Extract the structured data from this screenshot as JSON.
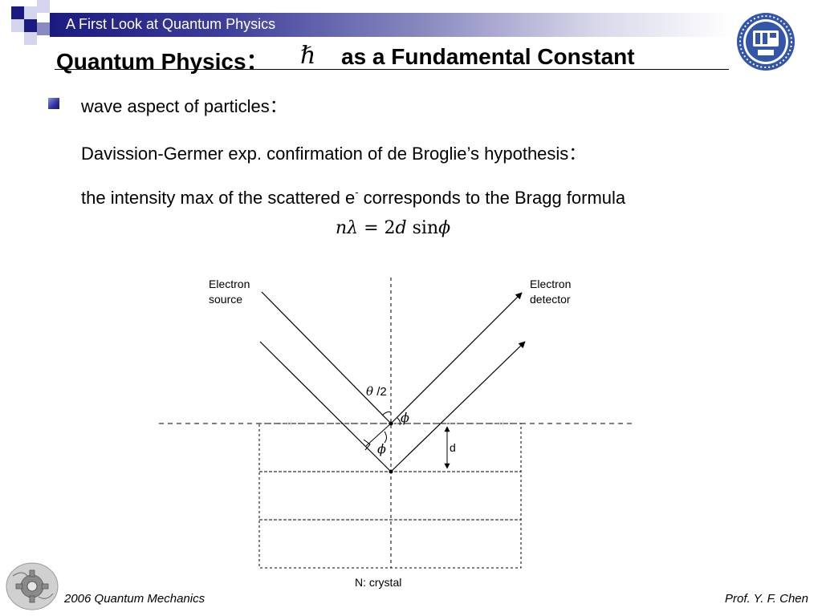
{
  "header": {
    "course_title": "A First Look at Quantum Physics"
  },
  "slide": {
    "title_part1": "Quantum Physics：",
    "title_symbol": "ℏ",
    "title_part2": "as a Fundamental Constant"
  },
  "body": {
    "bullet_text": "wave aspect of particles：",
    "line2": "Davission-Germer exp. confirmation of de Broglie’s hypothesis：",
    "line3_before": "the intensity max of the scattered e",
    "line3_sup": "-",
    "line3_after": " corresponds to the Bragg formula",
    "formula": {
      "n": "n",
      "lambda": "λ",
      "eq": " = 2",
      "d": "d",
      "sin": " sin",
      "phi": "ϕ"
    }
  },
  "diagram": {
    "source_label_1": "Electron",
    "source_label_2": "source",
    "detector_label_1": "Electron",
    "detector_label_2": "detector",
    "theta": "θ",
    "theta_suffix": " /2",
    "phi_upper": "ϕ",
    "phi_lower": "ϕ",
    "d_label": "d",
    "crystal_label": "N: crystal"
  },
  "footer": {
    "left": "2006 Quantum Mechanics",
    "right": "Prof. Y. F. Chen"
  },
  "colors": {
    "header_dark": "#1a1a80",
    "square_dark": "#1a1a80",
    "square_light": "#c8c8e8",
    "logo_blue": "#3355aa"
  }
}
